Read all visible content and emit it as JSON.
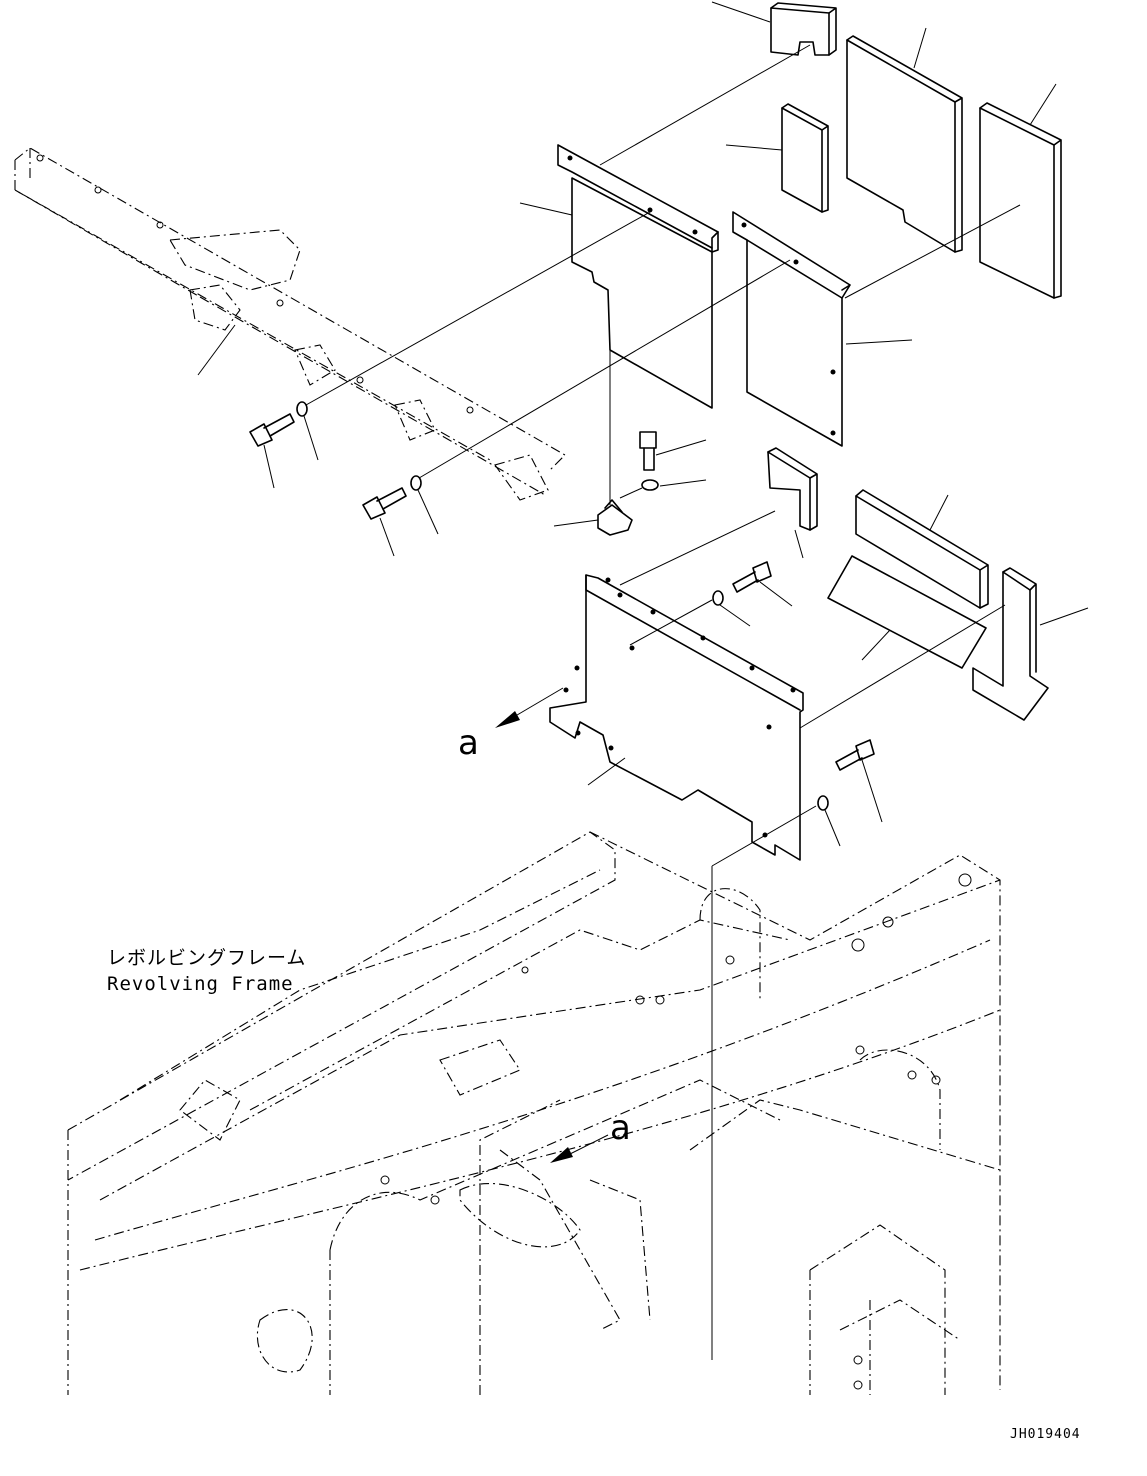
{
  "labels": {
    "frame_name_ja": "レボルビングフレーム",
    "frame_name_en": "Revolving Frame",
    "ref_a_top": "a",
    "ref_a_bottom": "a",
    "drawing_id": "JH019404"
  },
  "colors": {
    "line": "#000000",
    "background": "#ffffff"
  }
}
